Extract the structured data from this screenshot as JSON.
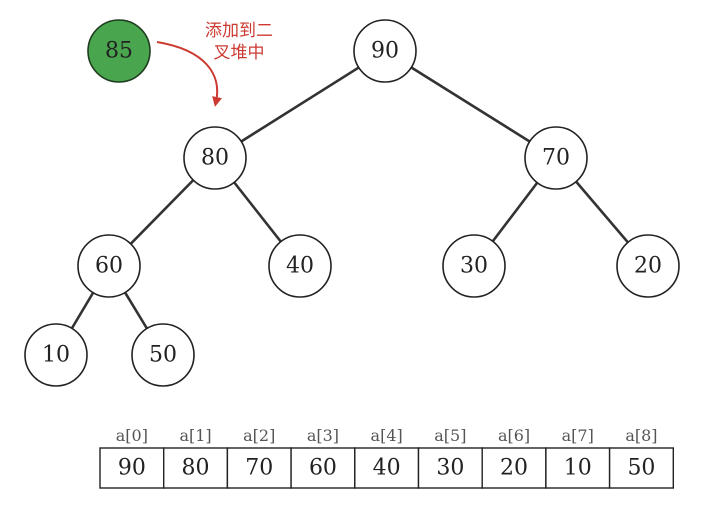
{
  "new_node": {
    "label": "85",
    "color": "#4aa64e"
  },
  "annotation": {
    "line1": "添加到二",
    "line2": "叉堆中",
    "color": "#cc3a32"
  },
  "tree": {
    "nodes": [
      {
        "id": "n0",
        "label": "90"
      },
      {
        "id": "n1",
        "label": "80"
      },
      {
        "id": "n2",
        "label": "70"
      },
      {
        "id": "n3",
        "label": "60"
      },
      {
        "id": "n4",
        "label": "40"
      },
      {
        "id": "n5",
        "label": "30"
      },
      {
        "id": "n6",
        "label": "20"
      },
      {
        "id": "n7",
        "label": "10"
      },
      {
        "id": "n8",
        "label": "50"
      }
    ],
    "edges": [
      [
        "n0",
        "n1"
      ],
      [
        "n0",
        "n2"
      ],
      [
        "n1",
        "n3"
      ],
      [
        "n1",
        "n4"
      ],
      [
        "n2",
        "n5"
      ],
      [
        "n2",
        "n6"
      ],
      [
        "n3",
        "n7"
      ],
      [
        "n3",
        "n8"
      ]
    ]
  },
  "array": {
    "indices": [
      "a[0]",
      "a[1]",
      "a[2]",
      "a[3]",
      "a[4]",
      "a[5]",
      "a[6]",
      "a[7]",
      "a[8]"
    ],
    "values": [
      "90",
      "80",
      "70",
      "60",
      "40",
      "30",
      "20",
      "10",
      "50"
    ]
  }
}
